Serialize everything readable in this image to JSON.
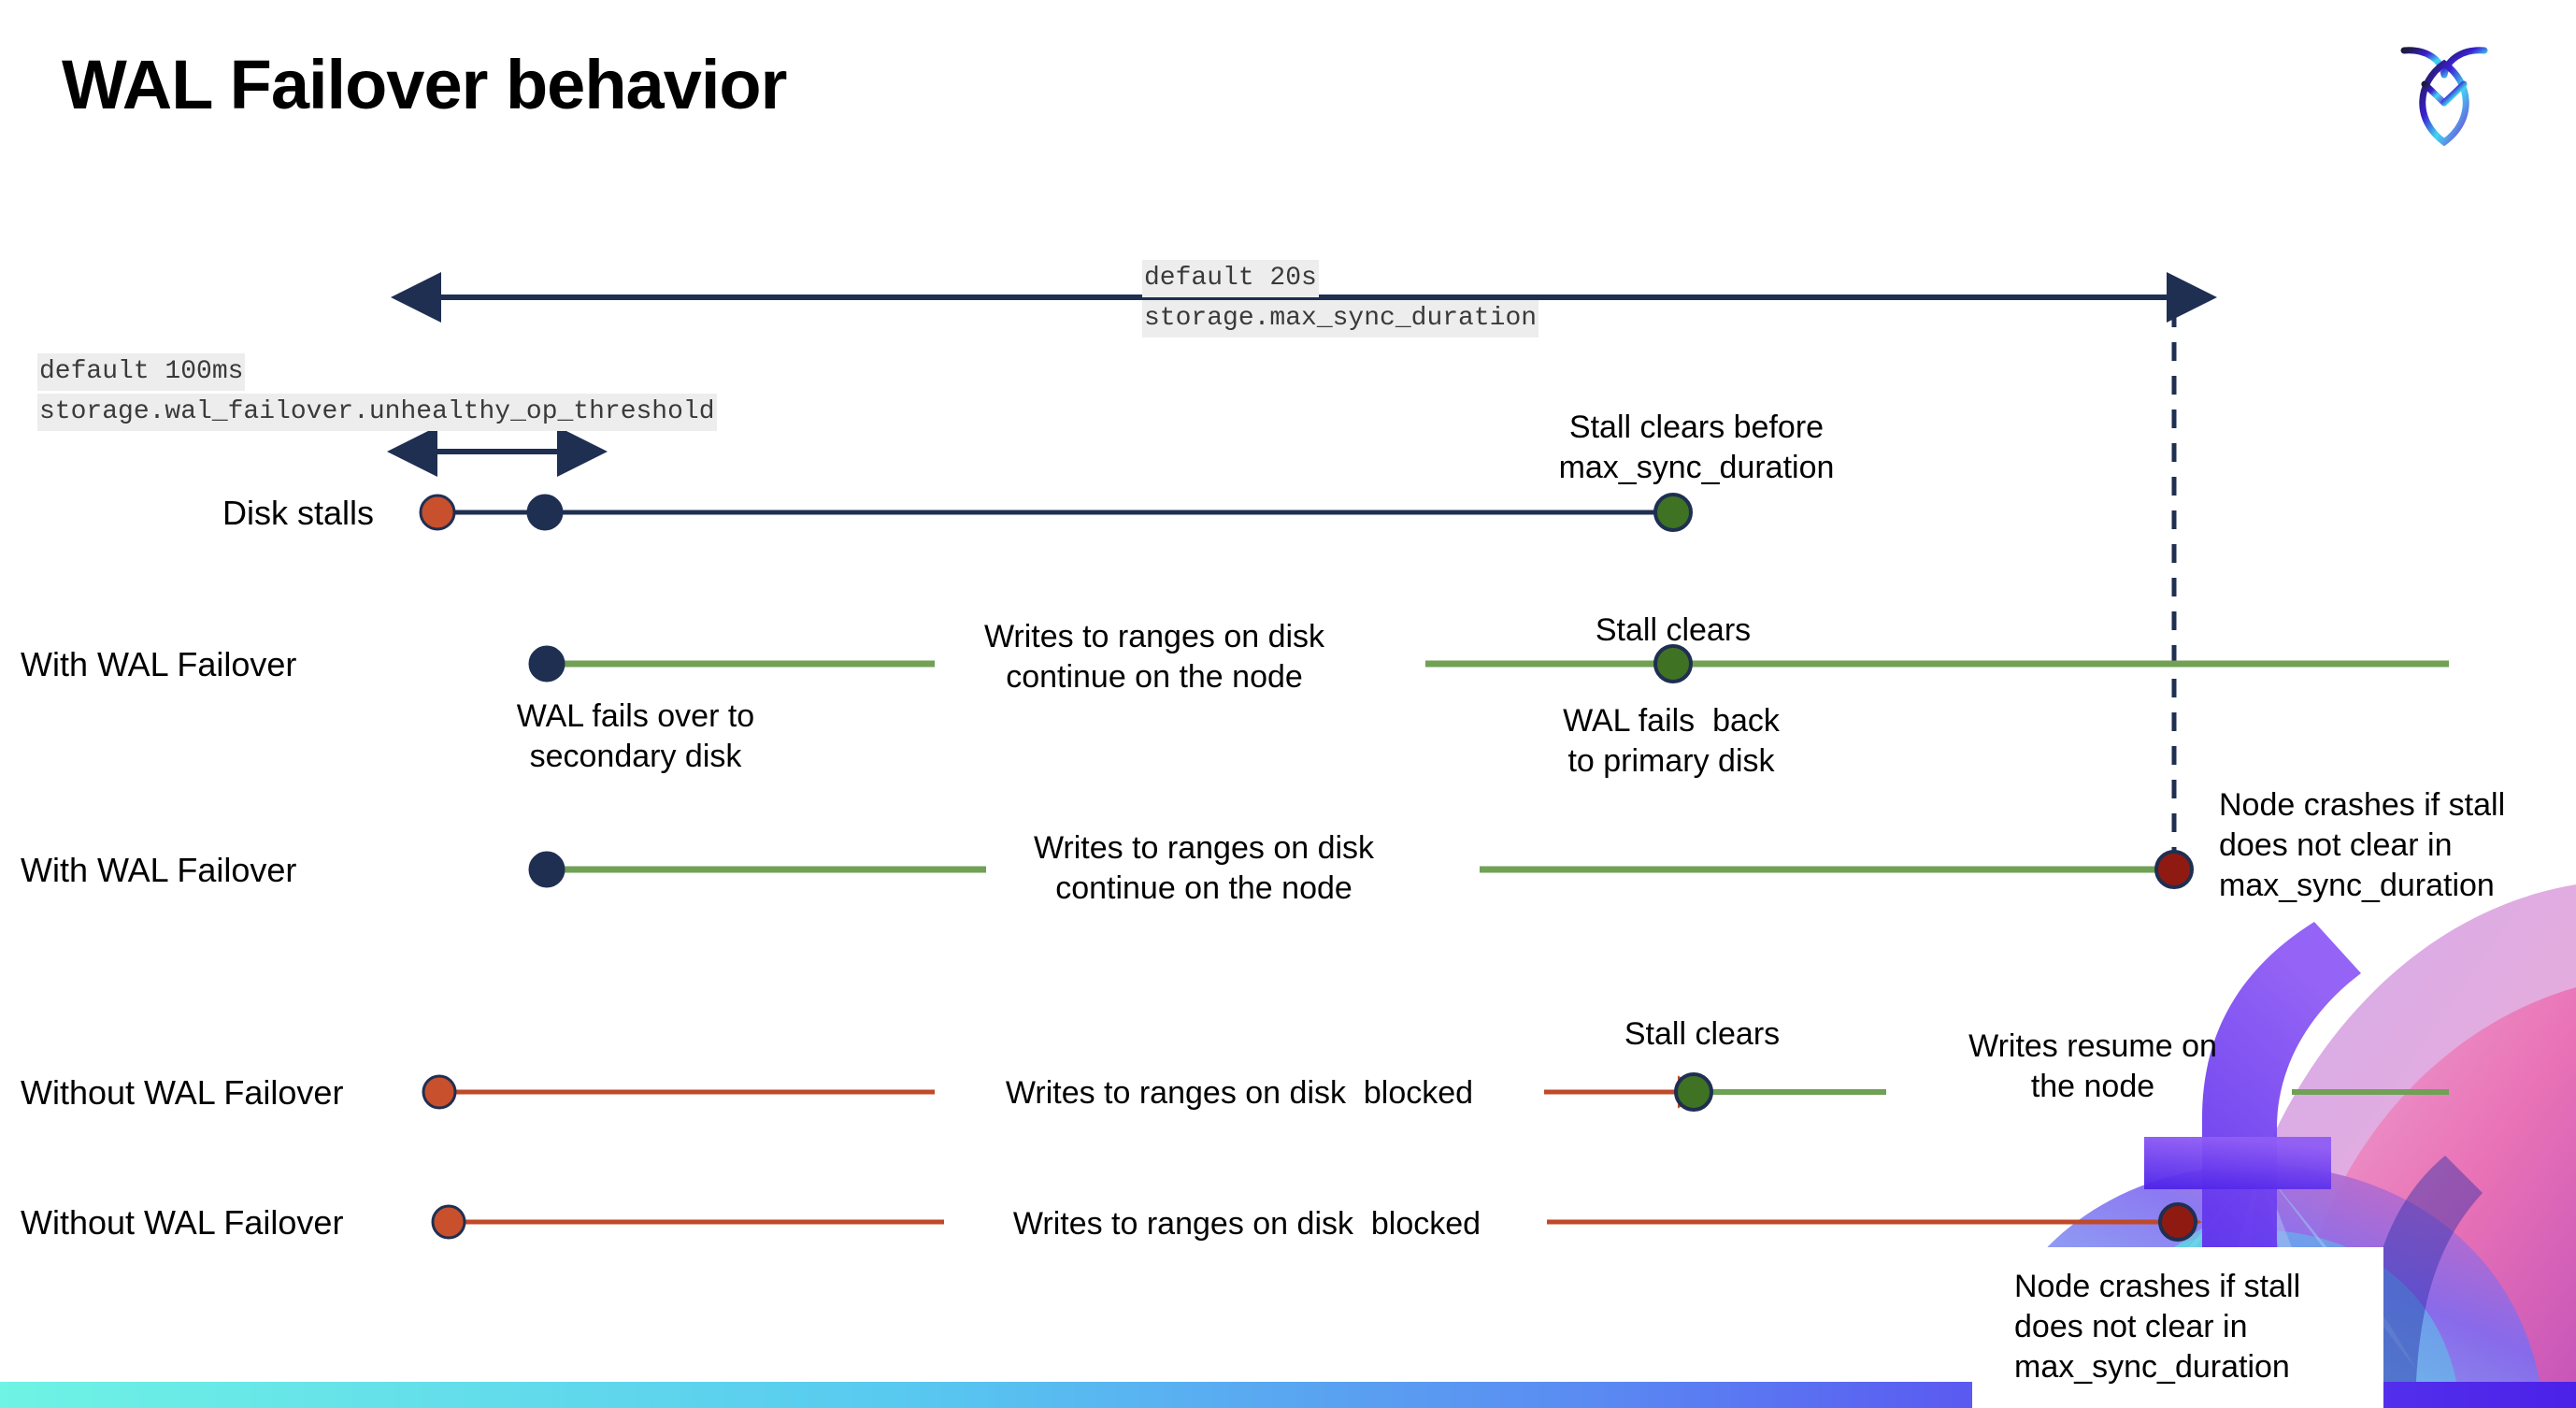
{
  "slide": {
    "title": "WAL Failover behavior",
    "logo_name": "cockroachdb-logo"
  },
  "colors": {
    "navy": "#1f2f52",
    "green_line": "#70a155",
    "green_dot": "#3f7223",
    "red_line": "#c0492a",
    "orange_dot": "#c8502c",
    "dark_red_dot": "#8f1a12",
    "code_bg": "#ededed",
    "bar_gradient_start": "#6ef3e4",
    "bar_gradient_end": "#4b21e8"
  },
  "settings": {
    "max_sync": {
      "default_label": "default 20s",
      "name": "storage.max_sync_duration"
    },
    "unhealthy_op": {
      "default_label": "default 100ms",
      "name": "storage.wal_failover.unhealthy_op_threshold"
    }
  },
  "rows": [
    {
      "label": "Disk stalls",
      "annotations": [
        "Stall clears before\nmax_sync_duration"
      ]
    },
    {
      "label": "With WAL Failover",
      "annotations": [
        "WAL fails over to\nsecondary disk",
        "Writes to ranges on disk\ncontinue on the node",
        "Stall clears",
        "WAL fails  back\nto primary disk"
      ]
    },
    {
      "label": "With WAL Failover",
      "annotations": [
        "Writes to ranges on disk\ncontinue on the node",
        "Node crashes if stall\ndoes not clear in\nmax_sync_duration"
      ]
    },
    {
      "label": "Without WAL Failover",
      "annotations": [
        "Writes to ranges on disk  blocked",
        "Stall clears",
        "Writes resume on\nthe node"
      ]
    },
    {
      "label": "Without WAL Failover",
      "annotations": [
        "Writes to ranges on disk  blocked",
        "Node crashes if stall\ndoes not clear in\nmax_sync_duration"
      ]
    }
  ],
  "text": {
    "t_stall_clears_before": "Stall clears before\nmax_sync_duration",
    "t_wal_fails_over": "WAL fails over to\nsecondary disk",
    "t_writes_continue_1": "Writes to ranges on disk\ncontinue on the node",
    "t_stall_clears_2": "Stall clears",
    "t_wal_fails_back": "WAL fails  back\nto primary disk",
    "t_writes_continue_2": "Writes to ranges on disk\ncontinue on the node",
    "t_node_crashes_1": "Node crashes if stall\ndoes not clear in\nmax_sync_duration",
    "t_writes_blocked_1": "Writes to ranges on disk  blocked",
    "t_stall_clears_3": "Stall clears",
    "t_writes_resume": "Writes resume on\nthe node",
    "t_writes_blocked_2": "Writes to ranges on disk  blocked",
    "t_node_crashes_2": "Node crashes if stall\ndoes not clear in\nmax_sync_duration",
    "lbl_disk_stalls": "Disk stalls",
    "lbl_with_1": "With WAL Failover",
    "lbl_with_2": "With WAL Failover",
    "lbl_without_1": "Without WAL Failover",
    "lbl_without_2": "Without WAL Failover"
  }
}
